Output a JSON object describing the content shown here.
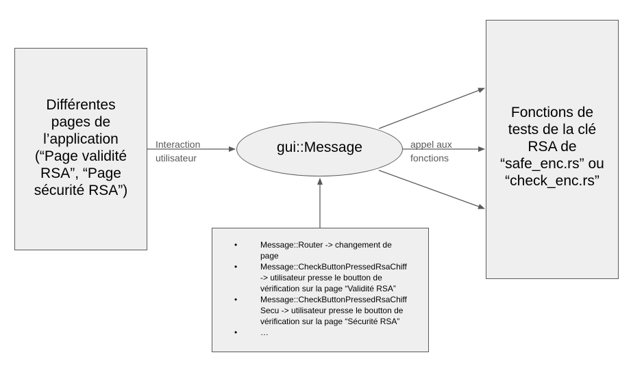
{
  "left_box": {
    "lines": [
      "Différentes",
      "pages de",
      "l’application",
      "(“Page validité",
      "RSA”, “Page",
      "sécurité RSA”)"
    ]
  },
  "center_node": {
    "label": "gui::Message"
  },
  "right_box": {
    "lines": [
      "Fonctions de",
      "tests de la clé",
      "RSA de",
      "“safe_enc.rs” ou",
      "“check_enc.rs”"
    ]
  },
  "edges": {
    "interaction": {
      "lines": [
        "Interaction",
        "utilisateur"
      ]
    },
    "appel": {
      "lines": [
        "appel aux",
        "fonctions"
      ]
    }
  },
  "bullet_glyph": "•",
  "message_list": [
    {
      "lines": [
        "Message::Router -> changement de",
        "page"
      ]
    },
    {
      "lines": [
        "Message::CheckButtonPressedRsaChiff",
        "-> utilisateur presse le boutton de",
        "vérification sur la page “Validité RSA”"
      ]
    },
    {
      "lines": [
        "Message::CheckButtonPressedRsaChiff",
        "Secu -> utilisateur presse le boutton de",
        "vérification sur la page “Sécurité RSA”"
      ]
    },
    {
      "lines": [
        "…"
      ]
    }
  ],
  "colors": {
    "box_fill": "#efefef",
    "stroke": "#595959"
  }
}
